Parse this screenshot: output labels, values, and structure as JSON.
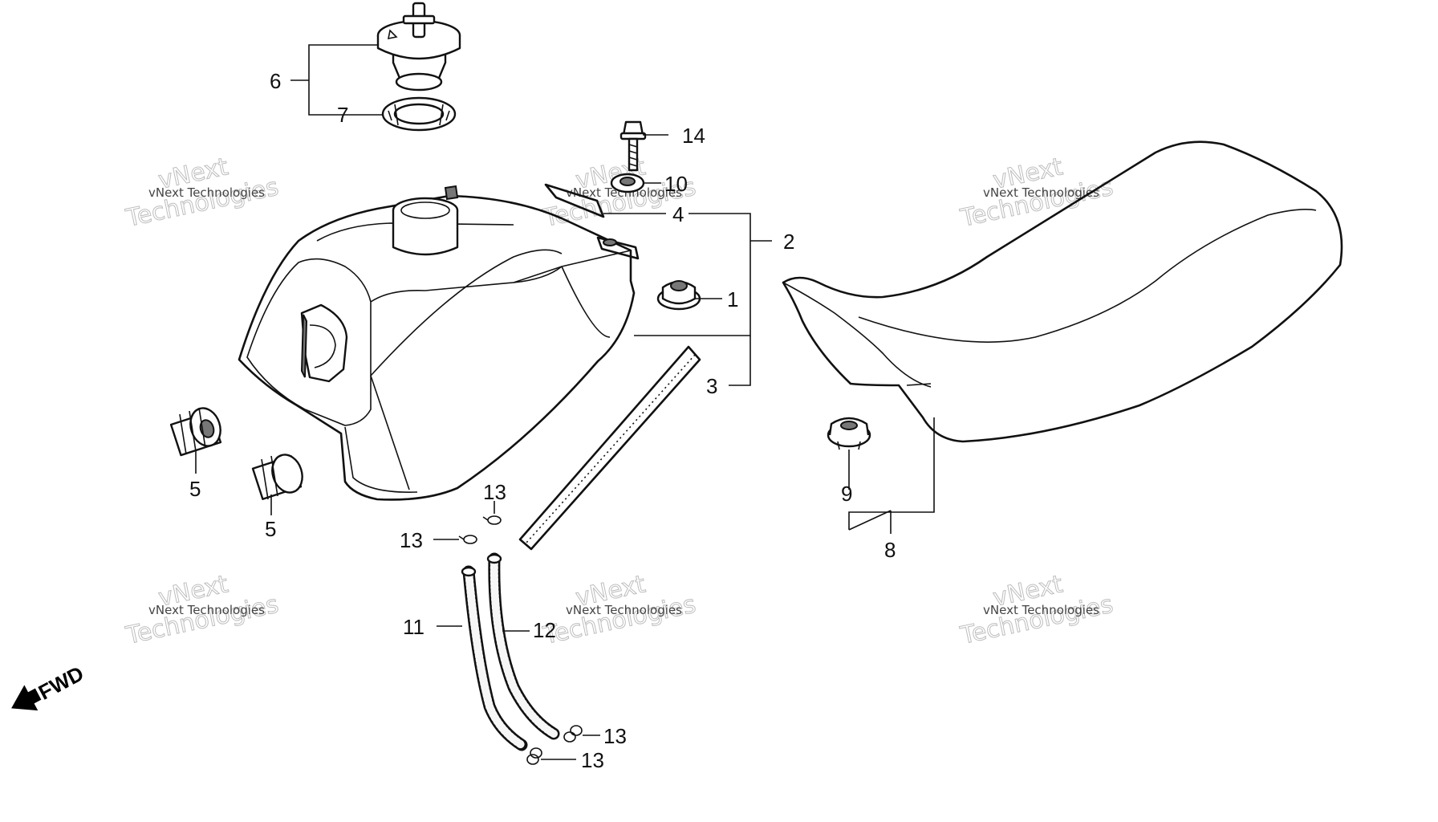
{
  "callouts": {
    "c1": "1",
    "c2": "2",
    "c3": "3",
    "c4": "4",
    "c5a": "5",
    "c5b": "5",
    "c6": "6",
    "c7": "7",
    "c8": "8",
    "c9": "9",
    "c10": "10",
    "c11": "11",
    "c12": "12",
    "c13a": "13",
    "c13b": "13",
    "c13c": "13",
    "c13d": "13",
    "c14": "14"
  },
  "fwd_label": "FWD",
  "watermark": {
    "line1": "vNext Technologies",
    "line2": "vNext",
    "line3": "Technologies"
  },
  "colors": {
    "ink": "#111111",
    "paper": "#ffffff",
    "watermark": "#bdbdbd"
  }
}
